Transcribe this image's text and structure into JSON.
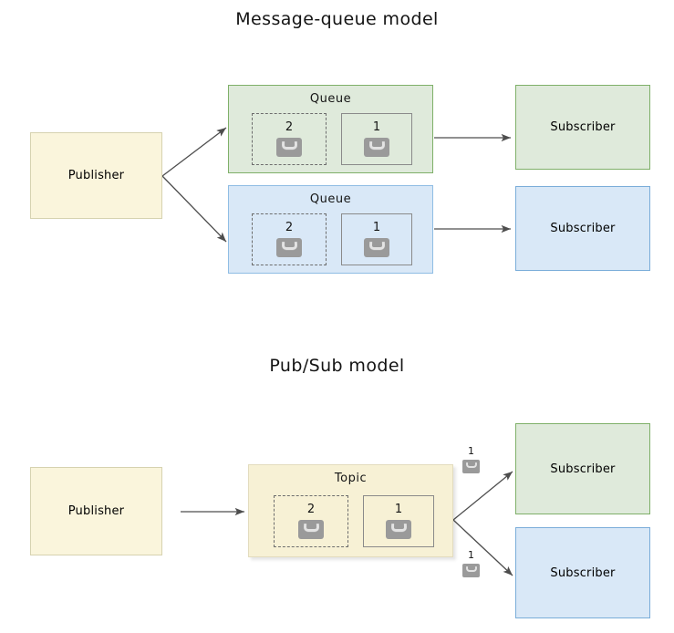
{
  "diagram": {
    "background": "#ffffff",
    "sections": [
      {
        "id": "message-queue",
        "title": "Message-queue model",
        "publisher": {
          "label": "Publisher",
          "color": "#faf5dc"
        },
        "queues": [
          {
            "label": "Queue",
            "color": "#dfeadb",
            "border": "#7fb069",
            "messages": [
              {
                "number": "2",
                "style": "dashed",
                "icon": "envelope-icon"
              },
              {
                "number": "1",
                "style": "solid",
                "icon": "envelope-icon"
              }
            ],
            "subscriber": {
              "label": "Subscriber",
              "color": "#dfeadb"
            }
          },
          {
            "label": "Queue",
            "color": "#d9e8f7",
            "border": "#8fbde4",
            "messages": [
              {
                "number": "2",
                "style": "dashed",
                "icon": "envelope-icon"
              },
              {
                "number": "1",
                "style": "solid",
                "icon": "envelope-icon"
              }
            ],
            "subscriber": {
              "label": "Subscriber",
              "color": "#d9e8f7"
            }
          }
        ]
      },
      {
        "id": "pub-sub",
        "title": "Pub/Sub model",
        "publisher": {
          "label": "Publisher",
          "color": "#faf5dc"
        },
        "topic": {
          "label": "Topic",
          "color": "#f7f1d5",
          "border": "#e3dcbe",
          "messages": [
            {
              "number": "2",
              "style": "dashed",
              "icon": "envelope-icon"
            },
            {
              "number": "1",
              "style": "solid",
              "icon": "envelope-icon"
            }
          ]
        },
        "delivered_messages": [
          {
            "number": "1",
            "icon": "envelope-icon"
          },
          {
            "number": "1",
            "icon": "envelope-icon"
          }
        ],
        "subscribers": [
          {
            "label": "Subscriber",
            "color": "#dfeadb"
          },
          {
            "label": "Subscriber",
            "color": "#d9e8f7"
          }
        ]
      }
    ],
    "arrow_color": "#4d4d4d"
  }
}
